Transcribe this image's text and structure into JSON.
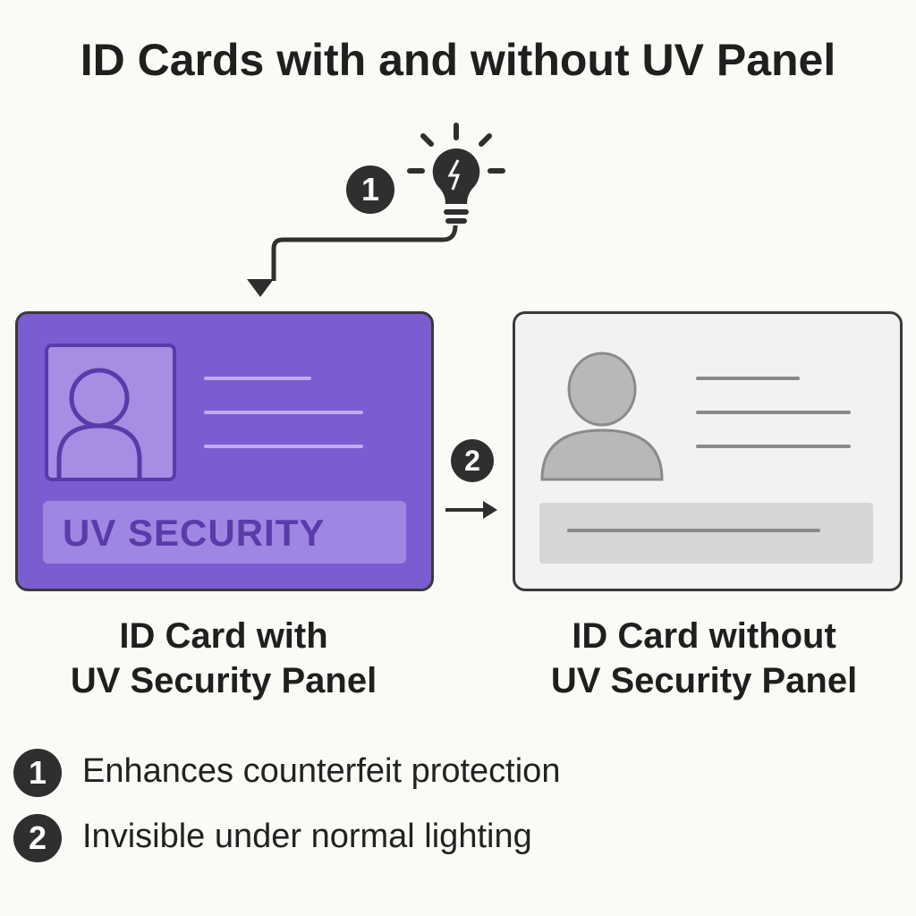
{
  "title": "ID Cards with and without UV Panel",
  "uv_card": {
    "panel_text": "UV SECURITY",
    "label_line1": "ID Card with",
    "label_line2": "UV Security Panel"
  },
  "plain_card": {
    "label_line1": "ID Card without",
    "label_line2": "UV Security Panel"
  },
  "steps": {
    "badge1": "1",
    "badge2": "2"
  },
  "legend": [
    {
      "number": "1",
      "text": "Enhances counterfeit protection"
    },
    {
      "number": "2",
      "text": "Invisible under normal lighting"
    }
  ],
  "colors": {
    "uv_purple": "#7b5cd1",
    "dark": "#2f2f2f",
    "gray_card": "#f2f2f2"
  },
  "icons": [
    "lightbulb-icon",
    "person-icon",
    "arrow-icon"
  ]
}
